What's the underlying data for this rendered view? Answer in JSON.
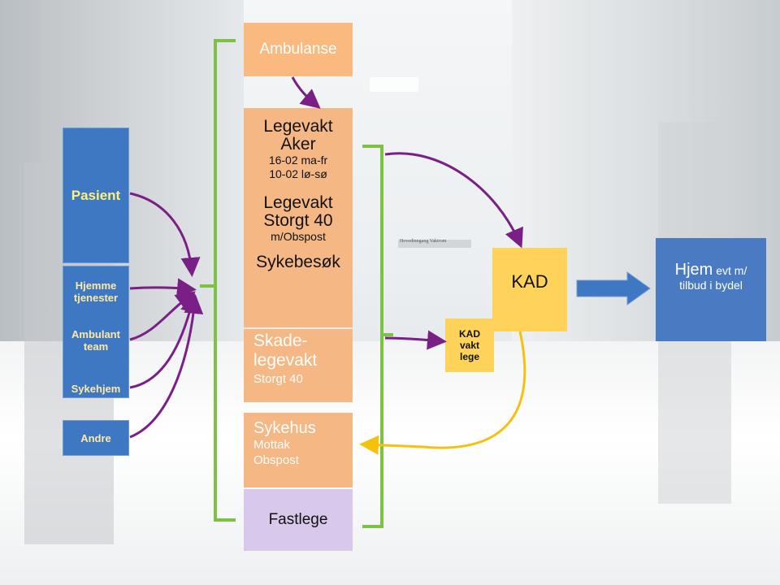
{
  "left": {
    "pasient": "Pasient",
    "hjemme_line1": "Hjemme",
    "hjemme_line2": "tjenester",
    "ambulant_line1": "Ambulant",
    "ambulant_line2": "team",
    "sykehjem": "Sykehjem",
    "andre": "Andre"
  },
  "center": {
    "ambulanse": "Ambulanse",
    "legevakt_aker_1": "Legevakt",
    "legevakt_aker_2": "Aker",
    "aker_hours_1": "16-02 ma-fr",
    "aker_hours_2": "10-02 lø-sø",
    "storgt_1": "Legevakt",
    "storgt_2": "Storgt 40",
    "storgt_3": "m/Obspost",
    "sykebesok": "Sykebesøk",
    "skade_1": "Skade-",
    "skade_2": "legevakt",
    "skade_3": "Storgt 40",
    "sykehus_1": "Sykehus",
    "sykehus_2": "Mottak",
    "sykehus_3": "Obspost",
    "fastlege": "Fastlege"
  },
  "right": {
    "kad_vakt_1": "KAD",
    "kad_vakt_2": "vakt",
    "kad_vakt_3": "lege",
    "kad": "KAD",
    "hjem_1": "Hjem",
    "hjem_2": " evt m/",
    "hjem_3": "tilbud i bydel"
  },
  "background_sign": "Hovedinngang   Vaktrom",
  "colors": {
    "blue": "#3f78c2",
    "orange": "#f5b783",
    "yellow": "#ffd35a",
    "lavender": "#d8c9ec",
    "purple_arrow": "#7a1f86",
    "green_bracket": "#7dc243",
    "yellow_arrow": "#f4c20d"
  }
}
